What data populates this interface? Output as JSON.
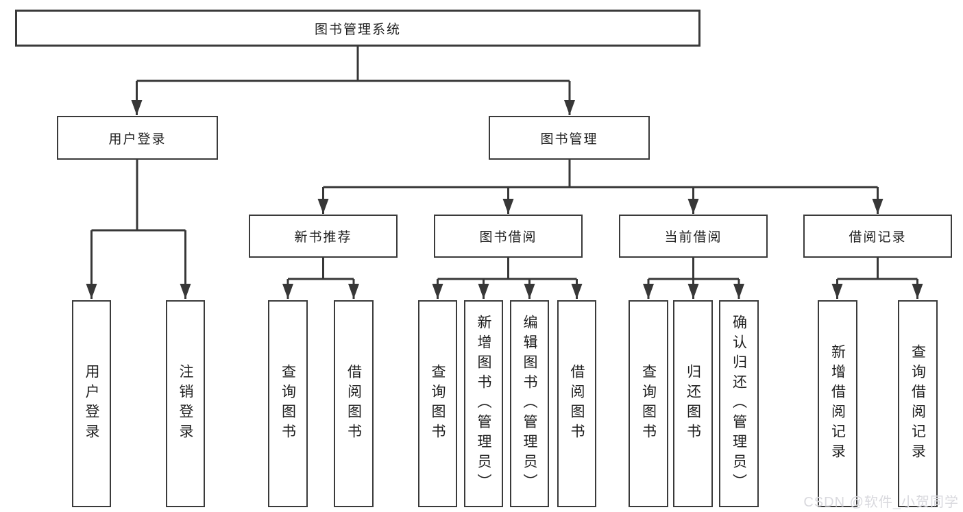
{
  "tree": {
    "root": "图书管理系统",
    "branches": [
      {
        "label": "用户登录",
        "children": [
          "用户登录",
          "注销登录"
        ]
      },
      {
        "label": "图书管理",
        "groups": [
          {
            "label": "新书推荐",
            "children": [
              "查询图书",
              "借阅图书"
            ]
          },
          {
            "label": "图书借阅",
            "children": [
              "查询图书",
              "新增图书（管理员）",
              "编辑图书（管理员）",
              "借阅图书"
            ]
          },
          {
            "label": "当前借阅",
            "children": [
              "查询图书",
              "归还图书",
              "确认归还（管理员）"
            ]
          },
          {
            "label": "借阅记录",
            "children": [
              "新增借阅记录",
              "查询借阅记录"
            ]
          }
        ]
      }
    ]
  },
  "watermark": {
    "text": "CSDN @软件_小贺同学"
  },
  "colors": {
    "line": "#373737",
    "box_border": "#3a3a3a",
    "text": "#1f1f1f",
    "background": "#ffffff",
    "watermark": "#d9d9de"
  }
}
